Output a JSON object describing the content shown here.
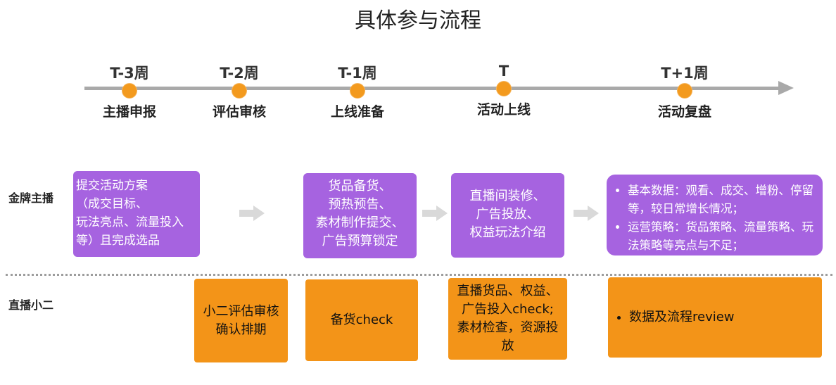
{
  "title": "具体参与流程",
  "stages": [
    {
      "label": "T-3周",
      "task": "主播申报"
    },
    {
      "label": "T-2周",
      "task": "评估审核"
    },
    {
      "label": "T-1周",
      "task": "上线准备"
    },
    {
      "label": "T",
      "task": "活动上线"
    },
    {
      "label": "T+1周",
      "task": "活动复盘"
    }
  ],
  "rows": {
    "anchor": {
      "label": "金牌主播",
      "boxes": [
        {
          "lines": [
            "提交活动方案",
            "（成交目标、",
            "玩法亮点、流量投入",
            "等）且完成选品"
          ]
        },
        {
          "lines": [
            "货品备货、",
            "预热预告、",
            "素材制作提交、",
            "广告预算锁定"
          ]
        },
        {
          "lines": [
            "直播间装修、",
            "广告投放、",
            "权益玩法介绍"
          ]
        },
        {
          "bullets": [
            "基本数据：观看、成交、增粉、停留等，较日常增长情况；",
            "运营策略：货品策略、流量策略、玩法策略等亮点与不足；"
          ]
        }
      ]
    },
    "staff": {
      "label": "直播小二",
      "boxes": [
        {
          "lines": [
            "小二评估审核",
            "确认排期"
          ]
        },
        {
          "lines": [
            "备货check"
          ]
        },
        {
          "lines": [
            "直播货品、权益、",
            "广告投入check;",
            "素材检查，资源投",
            "放"
          ]
        },
        {
          "bullets": [
            "数据及流程review"
          ]
        }
      ]
    }
  },
  "colors": {
    "purple": "#a663e0",
    "orange": "#f39418",
    "dot": "#f39a1e",
    "timeline": "#a9a9a9",
    "arrow": "#d9d9d9"
  }
}
